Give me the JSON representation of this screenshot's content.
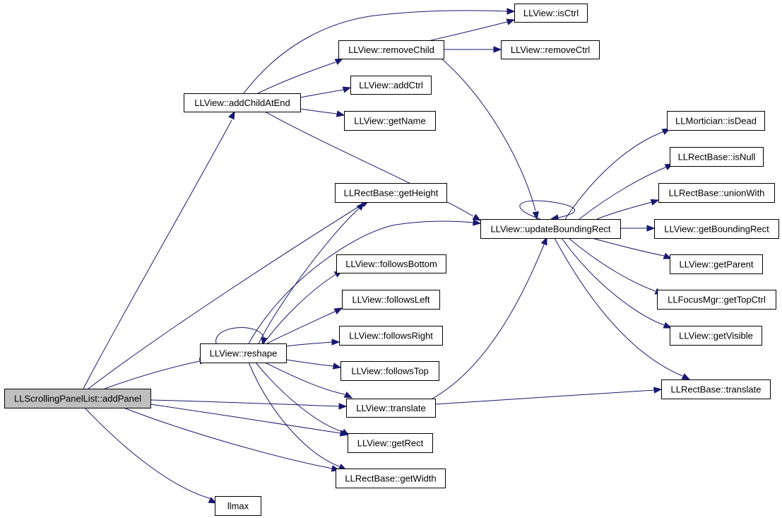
{
  "colors": {
    "edge": "#191970",
    "node_fill": "#ffffff",
    "root_fill": "#bfbfbf",
    "node_border": "#000000"
  },
  "nodes": [
    {
      "id": "addPanel",
      "label": "LLScrollingPanelList::addPanel",
      "root": true
    },
    {
      "id": "addChildAtEnd",
      "label": "LLView::addChildAtEnd"
    },
    {
      "id": "reshape",
      "label": "LLView::reshape"
    },
    {
      "id": "translate",
      "label": "LLView::translate"
    },
    {
      "id": "getRect",
      "label": "LLView::getRect"
    },
    {
      "id": "getWidth",
      "label": "LLRectBase::getWidth"
    },
    {
      "id": "llmax",
      "label": "llmax"
    },
    {
      "id": "isCtrl",
      "label": "LLView::isCtrl"
    },
    {
      "id": "removeChild",
      "label": "LLView::removeChild"
    },
    {
      "id": "removeCtrl",
      "label": "LLView::removeCtrl"
    },
    {
      "id": "addCtrl",
      "label": "LLView::addCtrl"
    },
    {
      "id": "getName",
      "label": "LLView::getName"
    },
    {
      "id": "updateBoundingRect",
      "label": "LLView::updateBoundingRect"
    },
    {
      "id": "getHeight",
      "label": "LLRectBase::getHeight"
    },
    {
      "id": "followsBottom",
      "label": "LLView::followsBottom"
    },
    {
      "id": "followsLeft",
      "label": "LLView::followsLeft"
    },
    {
      "id": "followsRight",
      "label": "LLView::followsRight"
    },
    {
      "id": "followsTop",
      "label": "LLView::followsTop"
    },
    {
      "id": "isDead",
      "label": "LLMortician::isDead"
    },
    {
      "id": "isNull",
      "label": "LLRectBase::isNull"
    },
    {
      "id": "unionWith",
      "label": "LLRectBase::unionWith"
    },
    {
      "id": "getBoundingRect",
      "label": "LLView::getBoundingRect"
    },
    {
      "id": "getParent",
      "label": "LLView::getParent"
    },
    {
      "id": "getTopCtrl",
      "label": "LLFocusMgr::getTopCtrl"
    },
    {
      "id": "getVisible",
      "label": "LLView::getVisible"
    },
    {
      "id": "rectTranslate",
      "label": "LLRectBase::translate"
    }
  ],
  "edges": [
    {
      "from": "addPanel",
      "to": "addChildAtEnd"
    },
    {
      "from": "addPanel",
      "to": "getHeight"
    },
    {
      "from": "addPanel",
      "to": "reshape"
    },
    {
      "from": "addPanel",
      "to": "translate"
    },
    {
      "from": "addPanel",
      "to": "getRect"
    },
    {
      "from": "addPanel",
      "to": "getWidth"
    },
    {
      "from": "addPanel",
      "to": "llmax"
    },
    {
      "from": "addChildAtEnd",
      "to": "isCtrl"
    },
    {
      "from": "addChildAtEnd",
      "to": "removeChild"
    },
    {
      "from": "addChildAtEnd",
      "to": "addCtrl"
    },
    {
      "from": "addChildAtEnd",
      "to": "getName"
    },
    {
      "from": "addChildAtEnd",
      "to": "updateBoundingRect"
    },
    {
      "from": "removeChild",
      "to": "isCtrl"
    },
    {
      "from": "removeChild",
      "to": "removeCtrl"
    },
    {
      "from": "removeChild",
      "to": "updateBoundingRect"
    },
    {
      "from": "reshape",
      "to": "getHeight"
    },
    {
      "from": "reshape",
      "to": "updateBoundingRect"
    },
    {
      "from": "reshape",
      "to": "followsBottom"
    },
    {
      "from": "reshape",
      "to": "followsLeft"
    },
    {
      "from": "reshape",
      "to": "followsRight"
    },
    {
      "from": "reshape",
      "to": "followsTop"
    },
    {
      "from": "reshape",
      "to": "translate"
    },
    {
      "from": "reshape",
      "to": "getRect"
    },
    {
      "from": "reshape",
      "to": "getWidth"
    },
    {
      "from": "reshape",
      "to": "reshape"
    },
    {
      "from": "translate",
      "to": "updateBoundingRect"
    },
    {
      "from": "translate",
      "to": "rectTranslate"
    },
    {
      "from": "updateBoundingRect",
      "to": "isDead"
    },
    {
      "from": "updateBoundingRect",
      "to": "isNull"
    },
    {
      "from": "updateBoundingRect",
      "to": "unionWith"
    },
    {
      "from": "updateBoundingRect",
      "to": "getBoundingRect"
    },
    {
      "from": "updateBoundingRect",
      "to": "getParent"
    },
    {
      "from": "updateBoundingRect",
      "to": "getTopCtrl"
    },
    {
      "from": "updateBoundingRect",
      "to": "getVisible"
    },
    {
      "from": "updateBoundingRect",
      "to": "rectTranslate"
    },
    {
      "from": "updateBoundingRect",
      "to": "updateBoundingRect"
    }
  ]
}
